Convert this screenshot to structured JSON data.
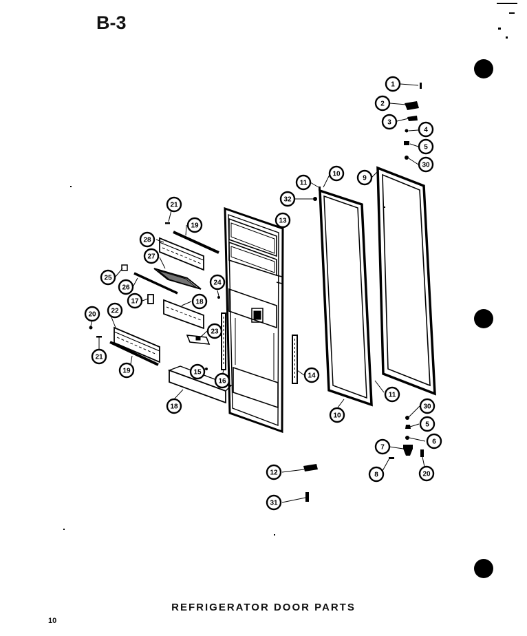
{
  "diagram": {
    "code": "B-3",
    "caption": "REFRIGERATOR DOOR PARTS",
    "page_number": "10",
    "callouts": [
      {
        "id": "c1",
        "label": "1"
      },
      {
        "id": "c2",
        "label": "2"
      },
      {
        "id": "c3",
        "label": "3"
      },
      {
        "id": "c4",
        "label": "4"
      },
      {
        "id": "c5",
        "label": "5"
      },
      {
        "id": "c30a",
        "label": "30"
      },
      {
        "id": "c9",
        "label": "9"
      },
      {
        "id": "c10a",
        "label": "10"
      },
      {
        "id": "c11a",
        "label": "11"
      },
      {
        "id": "c32",
        "label": "32"
      },
      {
        "id": "c13",
        "label": "13"
      },
      {
        "id": "c21a",
        "label": "21"
      },
      {
        "id": "c19a",
        "label": "19"
      },
      {
        "id": "c28",
        "label": "28"
      },
      {
        "id": "c27",
        "label": "27"
      },
      {
        "id": "c25",
        "label": "25"
      },
      {
        "id": "c26",
        "label": "26"
      },
      {
        "id": "c24",
        "label": "24"
      },
      {
        "id": "c17",
        "label": "17"
      },
      {
        "id": "c18a",
        "label": "18"
      },
      {
        "id": "c20a",
        "label": "20"
      },
      {
        "id": "c22",
        "label": "22"
      },
      {
        "id": "c23",
        "label": "23"
      },
      {
        "id": "c21b",
        "label": "21"
      },
      {
        "id": "c19b",
        "label": "19"
      },
      {
        "id": "c15",
        "label": "15"
      },
      {
        "id": "c16",
        "label": "16"
      },
      {
        "id": "c14",
        "label": "14"
      },
      {
        "id": "c18b",
        "label": "18"
      },
      {
        "id": "c11b",
        "label": "11"
      },
      {
        "id": "c10b",
        "label": "10"
      },
      {
        "id": "c30b",
        "label": "30"
      },
      {
        "id": "c5b",
        "label": "5"
      },
      {
        "id": "c6",
        "label": "6"
      },
      {
        "id": "c7",
        "label": "7"
      },
      {
        "id": "c8",
        "label": "8"
      },
      {
        "id": "c20b",
        "label": "20"
      },
      {
        "id": "c12",
        "label": "12"
      },
      {
        "id": "c31",
        "label": "31"
      }
    ]
  }
}
